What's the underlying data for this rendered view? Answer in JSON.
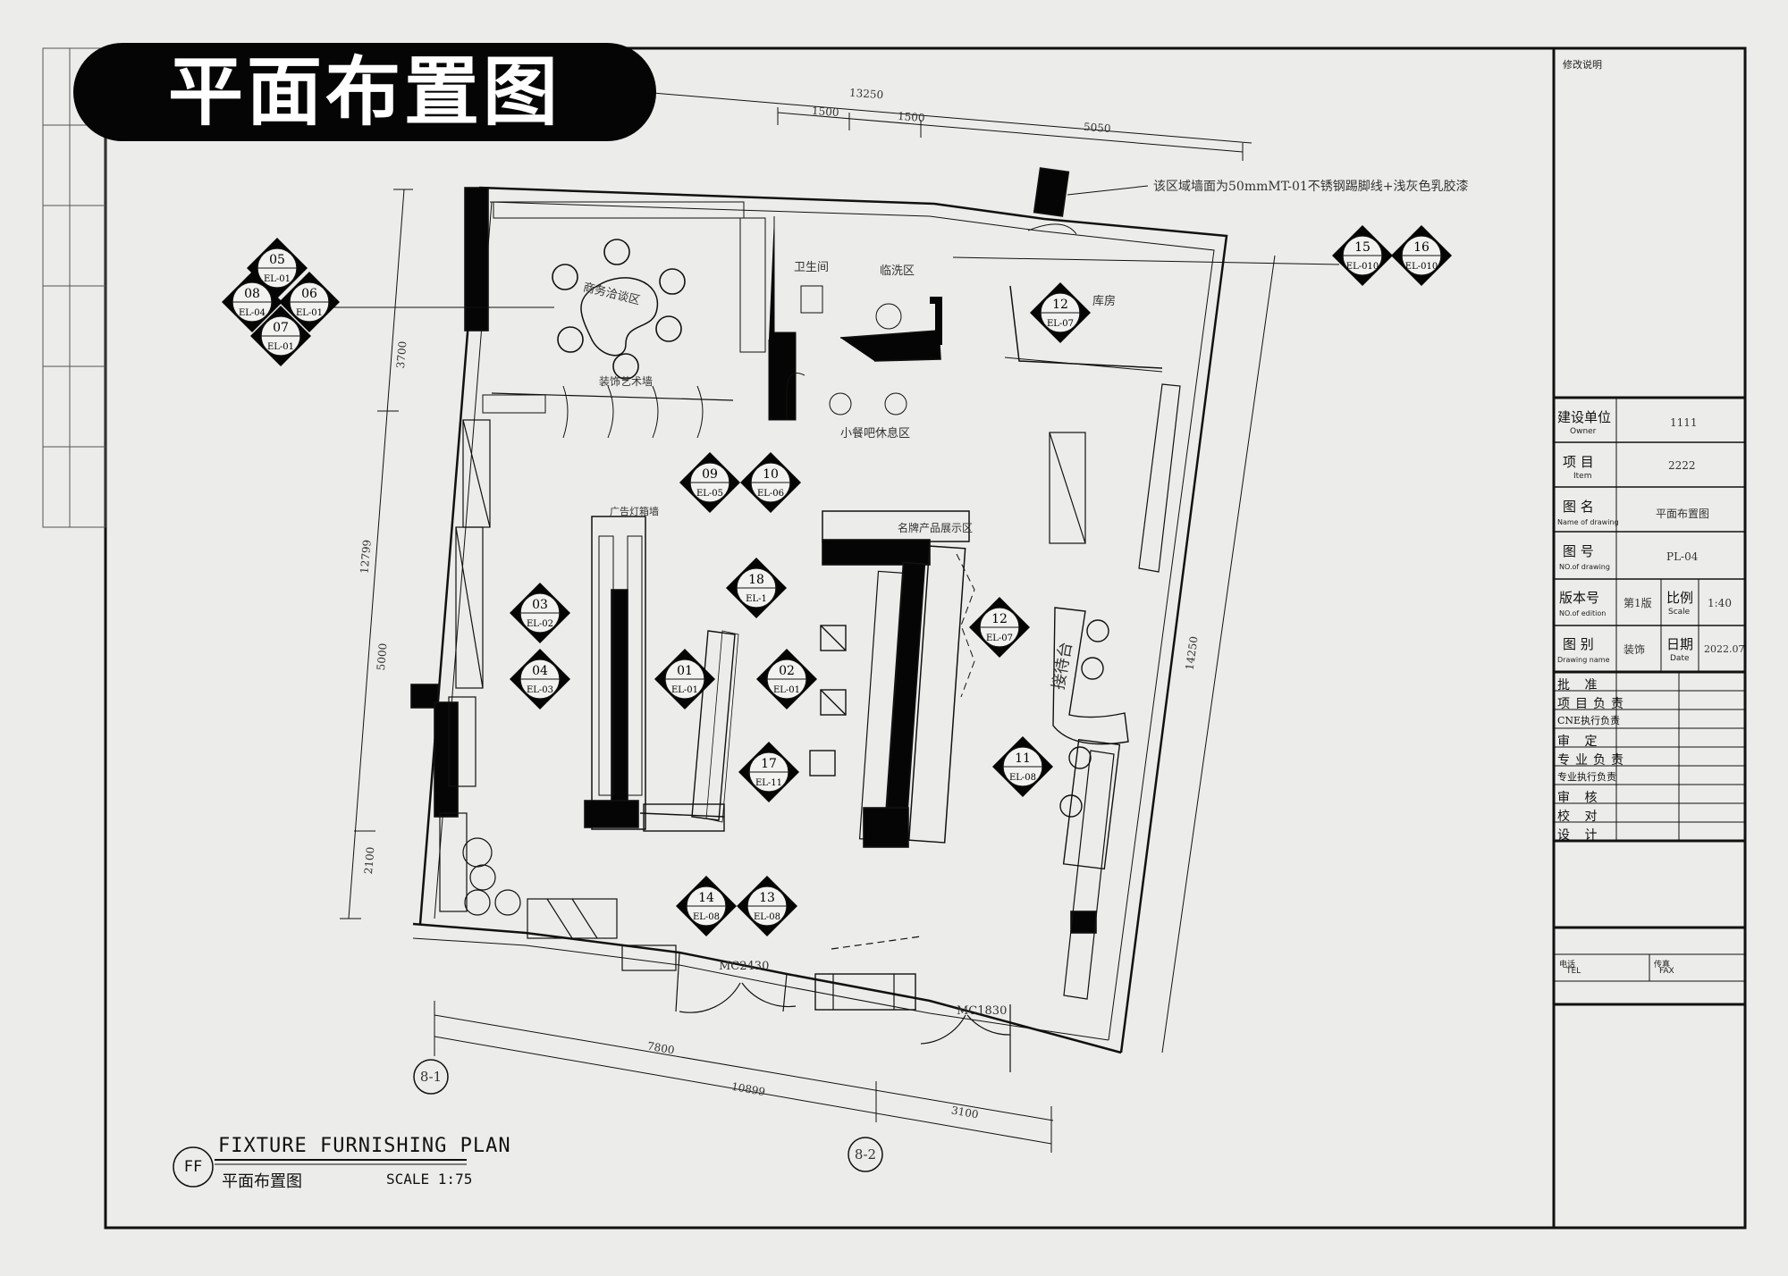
{
  "title": "平面布置图",
  "note": "该区域墙面为50mmMT-01不锈钢踢脚线+浅灰色乳胶漆",
  "rooms": {
    "business_area": "商务洽谈区",
    "toilet": "卫生间",
    "wash_area": "临洗区",
    "storage": "库房",
    "snack_area": "小餐吧休息区",
    "display_area": "名牌产品展示区",
    "reception": "接待台",
    "art_wall": "装饰艺术墙",
    "ad_wall": "广告灯箱墙"
  },
  "dimensions": {
    "top_total": "13250",
    "top_a": "1500",
    "top_b": "1500",
    "top_c": "5050",
    "left_total": "12799",
    "left_a": "3700",
    "left_b": "5000",
    "left_c": "2100",
    "right_total": "14250",
    "bottom_a": "7800",
    "bottom_total": "10899",
    "bottom_c": "3100"
  },
  "doors": {
    "door_a": "MC2430",
    "door_b": "MC1830"
  },
  "grid_axes": [
    "8-1",
    "8-2"
  ],
  "index_symbols": [
    {
      "num": "05",
      "sub": "EL-01"
    },
    {
      "num": "08",
      "sub": "EL-04"
    },
    {
      "num": "06",
      "sub": "EL-01"
    },
    {
      "num": "07",
      "sub": "EL-01"
    },
    {
      "num": "15",
      "sub": "EL-010"
    },
    {
      "num": "16",
      "sub": "EL-010"
    },
    {
      "num": "12",
      "sub": "EL-07"
    },
    {
      "num": "09",
      "sub": "EL-05"
    },
    {
      "num": "10",
      "sub": "EL-06"
    },
    {
      "num": "18",
      "sub": "EL-1"
    },
    {
      "num": "03",
      "sub": "EL-02"
    },
    {
      "num": "04",
      "sub": "EL-03"
    },
    {
      "num": "01",
      "sub": "EL-01"
    },
    {
      "num": "02",
      "sub": "EL-01"
    },
    {
      "num": "12",
      "sub": "EL-07"
    },
    {
      "num": "17",
      "sub": "EL-11"
    },
    {
      "num": "11",
      "sub": "EL-08"
    },
    {
      "num": "14",
      "sub": "EL-08"
    },
    {
      "num": "13",
      "sub": "EL-08"
    }
  ],
  "legend": {
    "badge": "FF",
    "english": "FIXTURE FURNISHING PLAN",
    "chinese": "平面布置图",
    "scale": "SCALE 1:75"
  },
  "title_block": {
    "revision_label": "修改说明",
    "owner_cn": "建设单位",
    "owner_en": "Owner",
    "owner_value": "1111",
    "item_cn": "项 目",
    "item_en": "Item",
    "item_value": "2222",
    "name_cn": "图 名",
    "name_en": "Name of drawing",
    "name_value": "平面布置图",
    "no_cn": "图 号",
    "no_en": "NO.of drawing",
    "no_value": "PL-04",
    "edition_cn": "版本号",
    "edition_en": "NO.of edition",
    "edition_value": "第1版",
    "scale_cn": "比例",
    "scale_en": "Scale",
    "scale_value": "1:40",
    "type_cn": "图 别",
    "type_en": "Drawing name",
    "type_value": "装饰",
    "date_cn": "日期",
    "date_en": "Date",
    "date_value": "2022.07",
    "signatures": [
      "批 准",
      "项目负责",
      "CNE执行负责",
      "审 定",
      "专业负责",
      "专业执行负责",
      "审 核",
      "校 对",
      "设 计"
    ],
    "tel_label": "电话",
    "tel_en": "TEL",
    "fax_label": "传真",
    "fax_en": "FAX"
  },
  "colors": {
    "ink": "#111111",
    "paper": "#ececea",
    "banner": "#050505"
  }
}
